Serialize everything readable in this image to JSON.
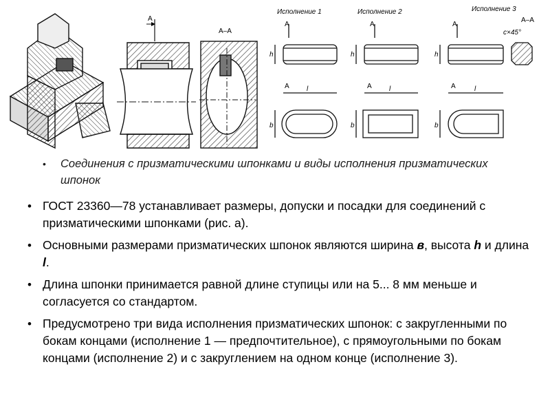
{
  "figure": {
    "section_label": "А–А",
    "view_arrow_label": "А",
    "variant1_label": "Исполнение 1",
    "variant2_label": "Исполнение 2",
    "variant3_label": "Исполнение 3",
    "dim_h": "h",
    "dim_l": "l",
    "dim_b": "b",
    "chamfer_label": "c×45°"
  },
  "caption": "Соединения с призматическими шпонками  и виды исполнения призматических шпонок",
  "bullets": [
    {
      "text": "ГОСТ 23360—78 устанавливает размеры, допуски и посадки для соединений с призматическими шпонками (рис. а)."
    },
    {
      "pre": "Основными размерами призматических шпонок являются ширина ",
      "b1": "в",
      "mid1": ", высота ",
      "b2": "h",
      "mid2": " и длина ",
      "b3": "l",
      "post": "."
    },
    {
      "text": "Длина шпонки принимается равной длине ступицы или на 5... 8 мм меньше и согласуется со стандартом."
    },
    {
      "text": "Предусмотрено три вида исполнения призматических шпонок: с закругленными по бокам концами (исполнение 1 — предпочтительное), с прямоугольными по бокам концами (исполнение 2) и с закруглением на одном конце (исполнение 3)."
    }
  ]
}
